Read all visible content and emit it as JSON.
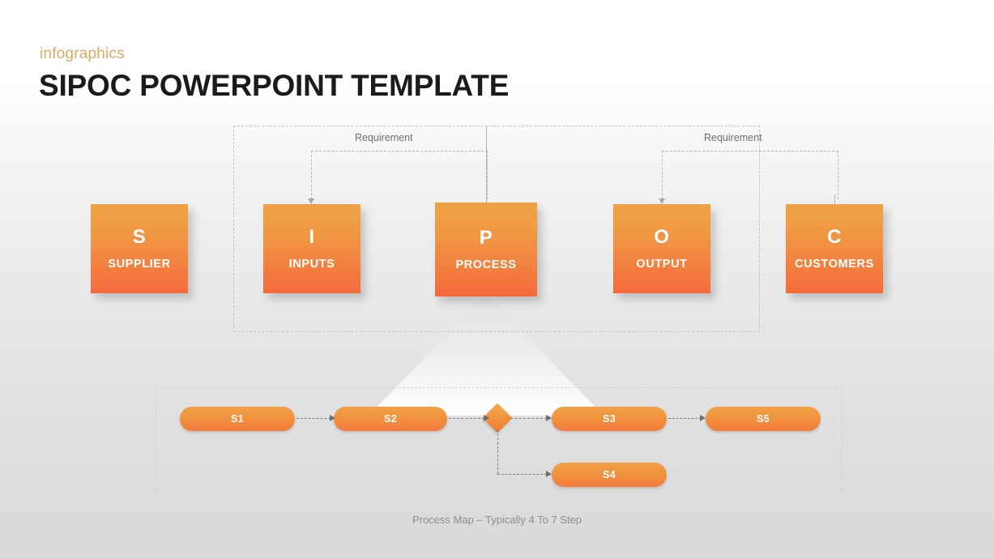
{
  "header": {
    "kicker": "infographics",
    "title": "SIPOC POWERPOINT TEMPLATE"
  },
  "requirements": {
    "left_label": "Requirement",
    "right_label": "Requirement"
  },
  "sipoc": [
    {
      "letter": "S",
      "word": "SUPPLIER"
    },
    {
      "letter": "I",
      "word": "INPUTS"
    },
    {
      "letter": "P",
      "word": "PROCESS"
    },
    {
      "letter": "O",
      "word": "OUTPUT"
    },
    {
      "letter": "C",
      "word": "CUSTOMERS"
    }
  ],
  "process_map": {
    "steps": [
      {
        "id": "s1",
        "label": "S1"
      },
      {
        "id": "s2",
        "label": "S2"
      },
      {
        "id": "s3",
        "label": "S3"
      },
      {
        "id": "s4",
        "label": "S4"
      },
      {
        "id": "s5",
        "label": "S5"
      }
    ],
    "decision_label": "",
    "caption": "Process Map – Typically 4 To 7 Step"
  },
  "colors": {
    "accent_top": "#eea245",
    "accent_bottom": "#f56a3c",
    "kicker": "#d8ab63",
    "title": "#1b1b1b",
    "muted_text": "#8d8d8d",
    "dash_line": "#c3c3c3"
  }
}
